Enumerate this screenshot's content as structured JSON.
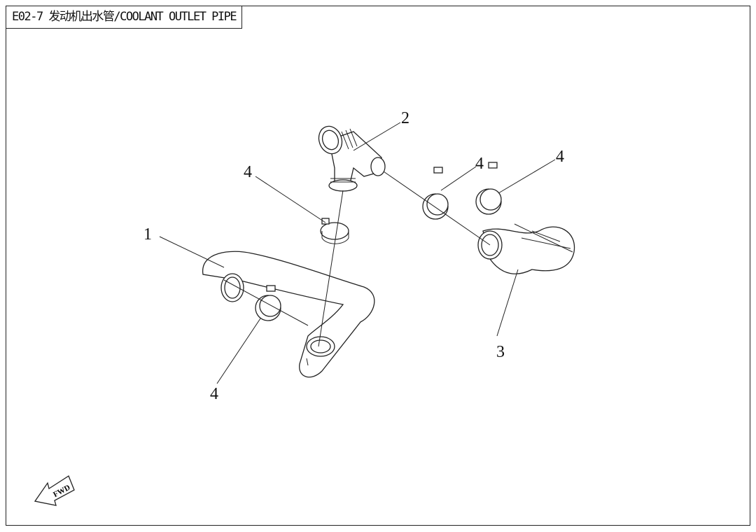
{
  "title": "E02-7 发动机出水管/COOLANT OUTLET PIPE",
  "callouts": {
    "part1": "1",
    "part2": "2",
    "part3": "3",
    "clamp_a": "4",
    "clamp_b": "4",
    "clamp_c": "4",
    "clamp_d": "4"
  },
  "fwd_label": "FWD"
}
